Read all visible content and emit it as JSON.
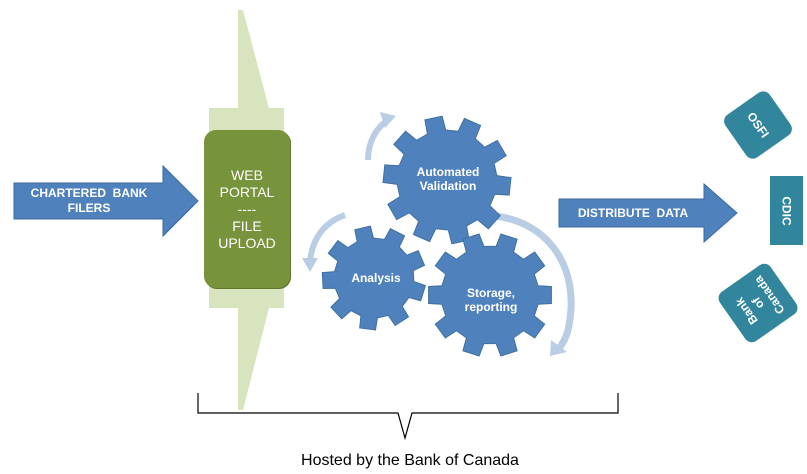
{
  "input": {
    "label_line1": "CHARTERED  BANK",
    "label_line2": "FILERS"
  },
  "portal": {
    "line1": "WEB",
    "line2": "PORTAL",
    "line3": "----",
    "line4": "FILE",
    "line5": "UPLOAD"
  },
  "gears": {
    "automated_line1": "Automated",
    "automated_line2": "Validation",
    "analysis": "Analysis",
    "storage_line1": "Storage,",
    "storage_line2": "reporting"
  },
  "distribute": {
    "label": "DISTRIBUTE  DATA"
  },
  "agencies": {
    "osfi": "OSFI",
    "cdic": "CDIC",
    "boc_line1": "Bank",
    "boc_line2": "of",
    "boc_line3": "Canada"
  },
  "caption": "Hosted by the Bank of Canada",
  "colors": {
    "arrow_blue": "#4f81bd",
    "portal_green": "#77933c",
    "funnel_green": "#d7e4bd",
    "agency_teal": "#31859c",
    "cycle_arrow": "#b9cde5"
  }
}
